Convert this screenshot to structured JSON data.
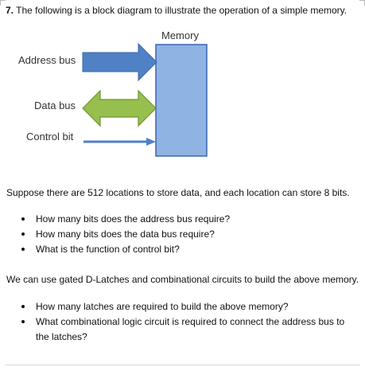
{
  "question": {
    "number": "7.",
    "text": " The following is a block diagram to illustrate the operation of a simple memory."
  },
  "diagram": {
    "memory_label": "Memory",
    "address_bus_label": "Address bus",
    "data_bus_label": "Data bus",
    "control_bit_label": "Control bit",
    "colors": {
      "memory_fill": "#8fb3e3",
      "memory_stroke": "#3a67b0",
      "address_fill": "#4f81c4",
      "data_fill": "#97bf4d",
      "data_stroke": "#6e9433",
      "control_line": "#4f81c4"
    }
  },
  "paragraph1": "Suppose there are 512 locations to store data, and each location can store 8 bits.",
  "list1": [
    "How many bits does the address bus require?",
    "How many bits does the data bus require?",
    "What is the function of control bit?"
  ],
  "paragraph2": "We can use gated D-Latches and combinational circuits to build the above memory.",
  "list2": [
    "How many latches are required to build the above memory?",
    "What combinational logic circuit is required to connect the address bus to the latches?"
  ]
}
